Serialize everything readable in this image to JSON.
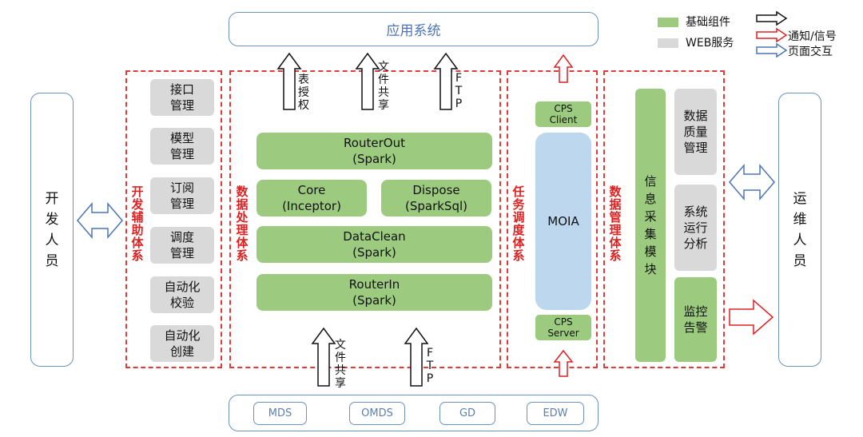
{
  "app_system": "应用系统",
  "legend": {
    "basic_component": "基础组件",
    "web_service": "WEB服务",
    "notify_signal": "通知/信号",
    "page_interaction": "页面交互",
    "colors": {
      "basic": "#9ccb7f",
      "web": "#d9d9d9",
      "notify": "#e02020",
      "page": "#4a73b8",
      "plain": "#111111"
    }
  },
  "developers": "开\n发\n人\n员",
  "operators": "运\n维\n人\n员",
  "dev_support": {
    "label": "开\n发\n辅\n助\n体\n系",
    "items": [
      "接口\n管理",
      "模型\n管理",
      "订阅\n管理",
      "调度\n管理",
      "自动化\n校验",
      "自动化\n创建"
    ]
  },
  "data_processing": {
    "label": "数\n据\n处\n理\n体\n系",
    "router_out": "RouterOut\n(Spark)",
    "core": "Core\n(Inceptor)",
    "dispose": "Dispose\n(SparkSql)",
    "data_clean": "DataClean\n(Spark)",
    "router_in": "RouterIn\n(Spark)",
    "top_arrows": [
      "表\n授\n权",
      "文\n件\n共\n享",
      "F\nT\nP"
    ],
    "bottom_arrows": [
      "文\n件\n共\n享",
      "F\nT\nP"
    ]
  },
  "task_scheduling": {
    "label": "任\n务\n调\n度\n体\n系",
    "cps_client": "CPS\nClient",
    "moia": "MOIA",
    "cps_server": "CPS\nServer"
  },
  "data_management": {
    "label": "数\n据\n管\n理\n体\n系",
    "collect": "信\n息\n采\n集\n模\n块",
    "quality": "数据\n质量\n管理",
    "analysis": "系统\n运行\n分析",
    "monitor": "监控\n告警"
  },
  "sources": [
    "MDS",
    "OMDS",
    "GD",
    "EDW"
  ]
}
